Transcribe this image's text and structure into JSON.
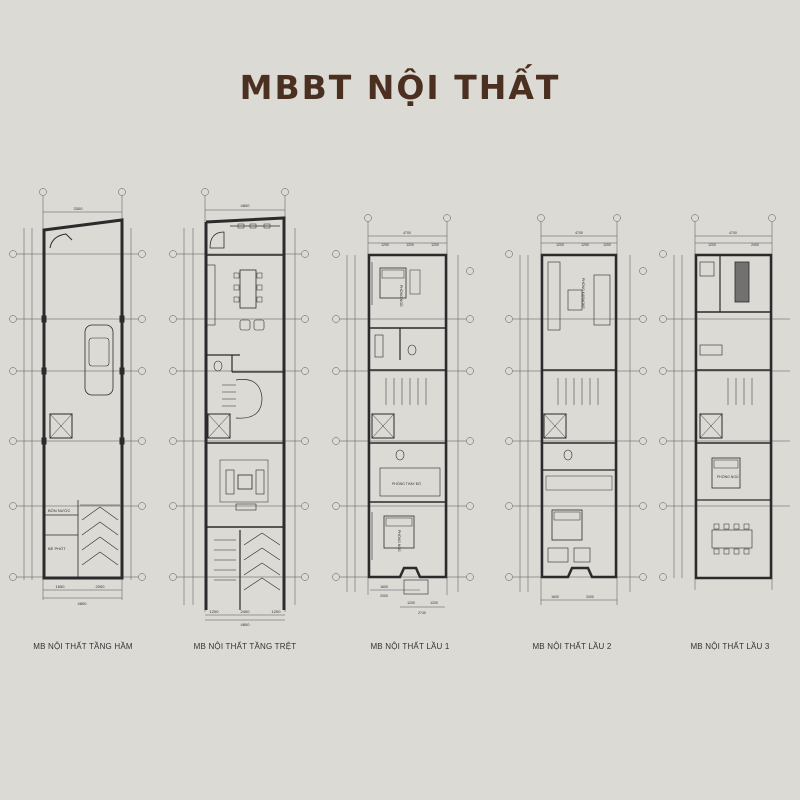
{
  "title": "MBBT NỘI THẤT",
  "plans": [
    {
      "caption": "MB NỘI THẤT TẦNG HẦM",
      "top_dimensions": [
        "3300"
      ],
      "bottom_dimensions": [
        "1650",
        "2000",
        "4800"
      ],
      "room_labels": [
        "BỒN NƯỚC",
        "BỂ PHỐT"
      ]
    },
    {
      "caption": "MB NỘI THẤT TẦNG TRỆT",
      "top_dimensions": [
        "4800"
      ],
      "bottom_dimensions": [
        "1200",
        "2400",
        "1200",
        "4800"
      ],
      "room_labels": []
    },
    {
      "caption": "MB NỘI THẤT LẦU 1",
      "top_dimensions": [
        "4700",
        "1200",
        "1200",
        "1200"
      ],
      "bottom_dimensions": [
        "1600",
        "2000",
        "2740",
        "1200",
        "1200"
      ],
      "room_labels": [
        "PHÒNG NGỦ",
        "PHÒNG THAY ĐỒ",
        "PHÒNG NGỦ"
      ]
    },
    {
      "caption": "MB NỘI THẤT LẦU 2",
      "top_dimensions": [
        "4700",
        "1200",
        "1200",
        "1200"
      ],
      "bottom_dimensions": [
        "1600",
        "2000"
      ],
      "room_labels": [
        "PHÒNG KARAOKE"
      ]
    },
    {
      "caption": "MB NỘI THẤT LẦU 3",
      "top_dimensions": [
        "4700",
        "1200",
        "2400"
      ],
      "bottom_dimensions": [],
      "room_labels": [
        "PHÒNG NGỦ"
      ]
    }
  ],
  "colors": {
    "background": "#dcdad5",
    "title": "#4b3021",
    "wall": "#2b2b2b",
    "line": "#555555"
  }
}
